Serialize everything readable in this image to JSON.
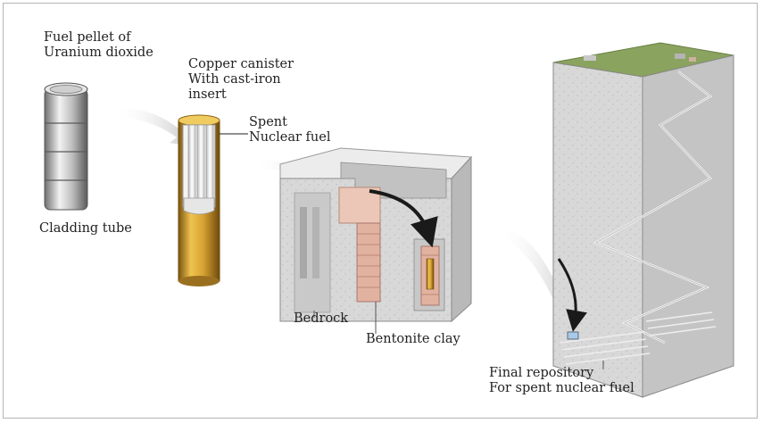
{
  "labels": {
    "fuel_pellet": [
      "Fuel pellet of",
      "Uranium dioxide"
    ],
    "cladding_tube": "Cladding tube",
    "copper_canister": [
      "Copper canister",
      "With cast-iron",
      "insert"
    ],
    "spent_fuel": [
      "Spent",
      "Nuclear fuel"
    ],
    "bedrock": "Bedrock",
    "bentonite": "Bentonite clay",
    "final_repository": [
      "Final repository",
      "For spent nuclear fuel"
    ]
  },
  "colors": {
    "copper": "#c9962a",
    "copper_dark": "#8c6414",
    "concrete": "#dcdcdc",
    "concrete_dark": "#a9a9a9",
    "bentonite": "#e6c0b0",
    "arrow": "#1a1a1a",
    "grass": "#7f9a5a"
  }
}
